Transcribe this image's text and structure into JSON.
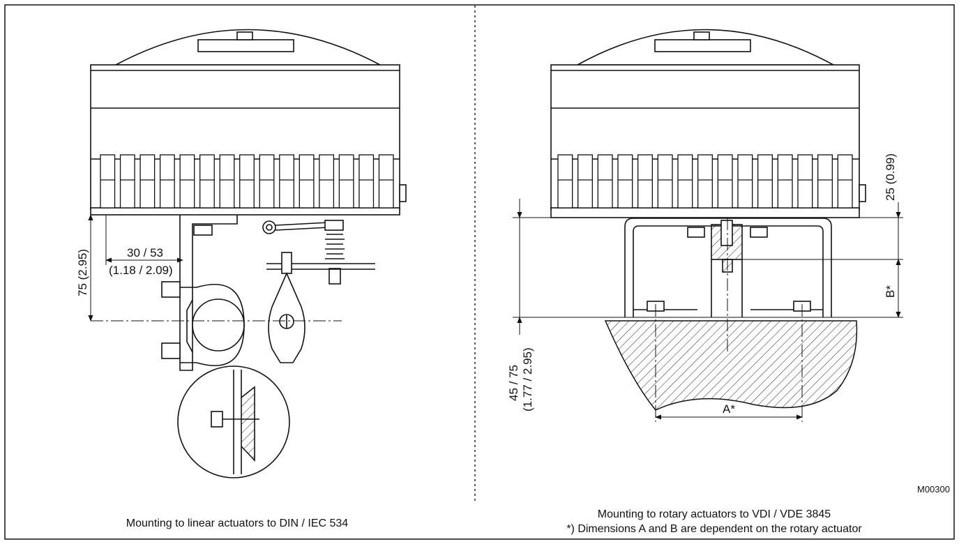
{
  "left": {
    "dim_height": "75 (2.95)",
    "dim_offset": "30 / 53",
    "dim_offset_in": "(1.18 / 2.09)",
    "caption": "Mounting to linear actuators to DIN / IEC 534"
  },
  "right": {
    "dim_top": "25 (0.99)",
    "dim_b": "B*",
    "dim_a": "A*",
    "dim_height_1": "45 / 75",
    "dim_height_2": "(1.77 / 2.95)",
    "drawing_ref": "M00300",
    "caption_1": "Mounting to rotary actuators to VDI / VDE 3845",
    "caption_2": "*) Dimensions A and B are dependent on the rotary actuator"
  }
}
